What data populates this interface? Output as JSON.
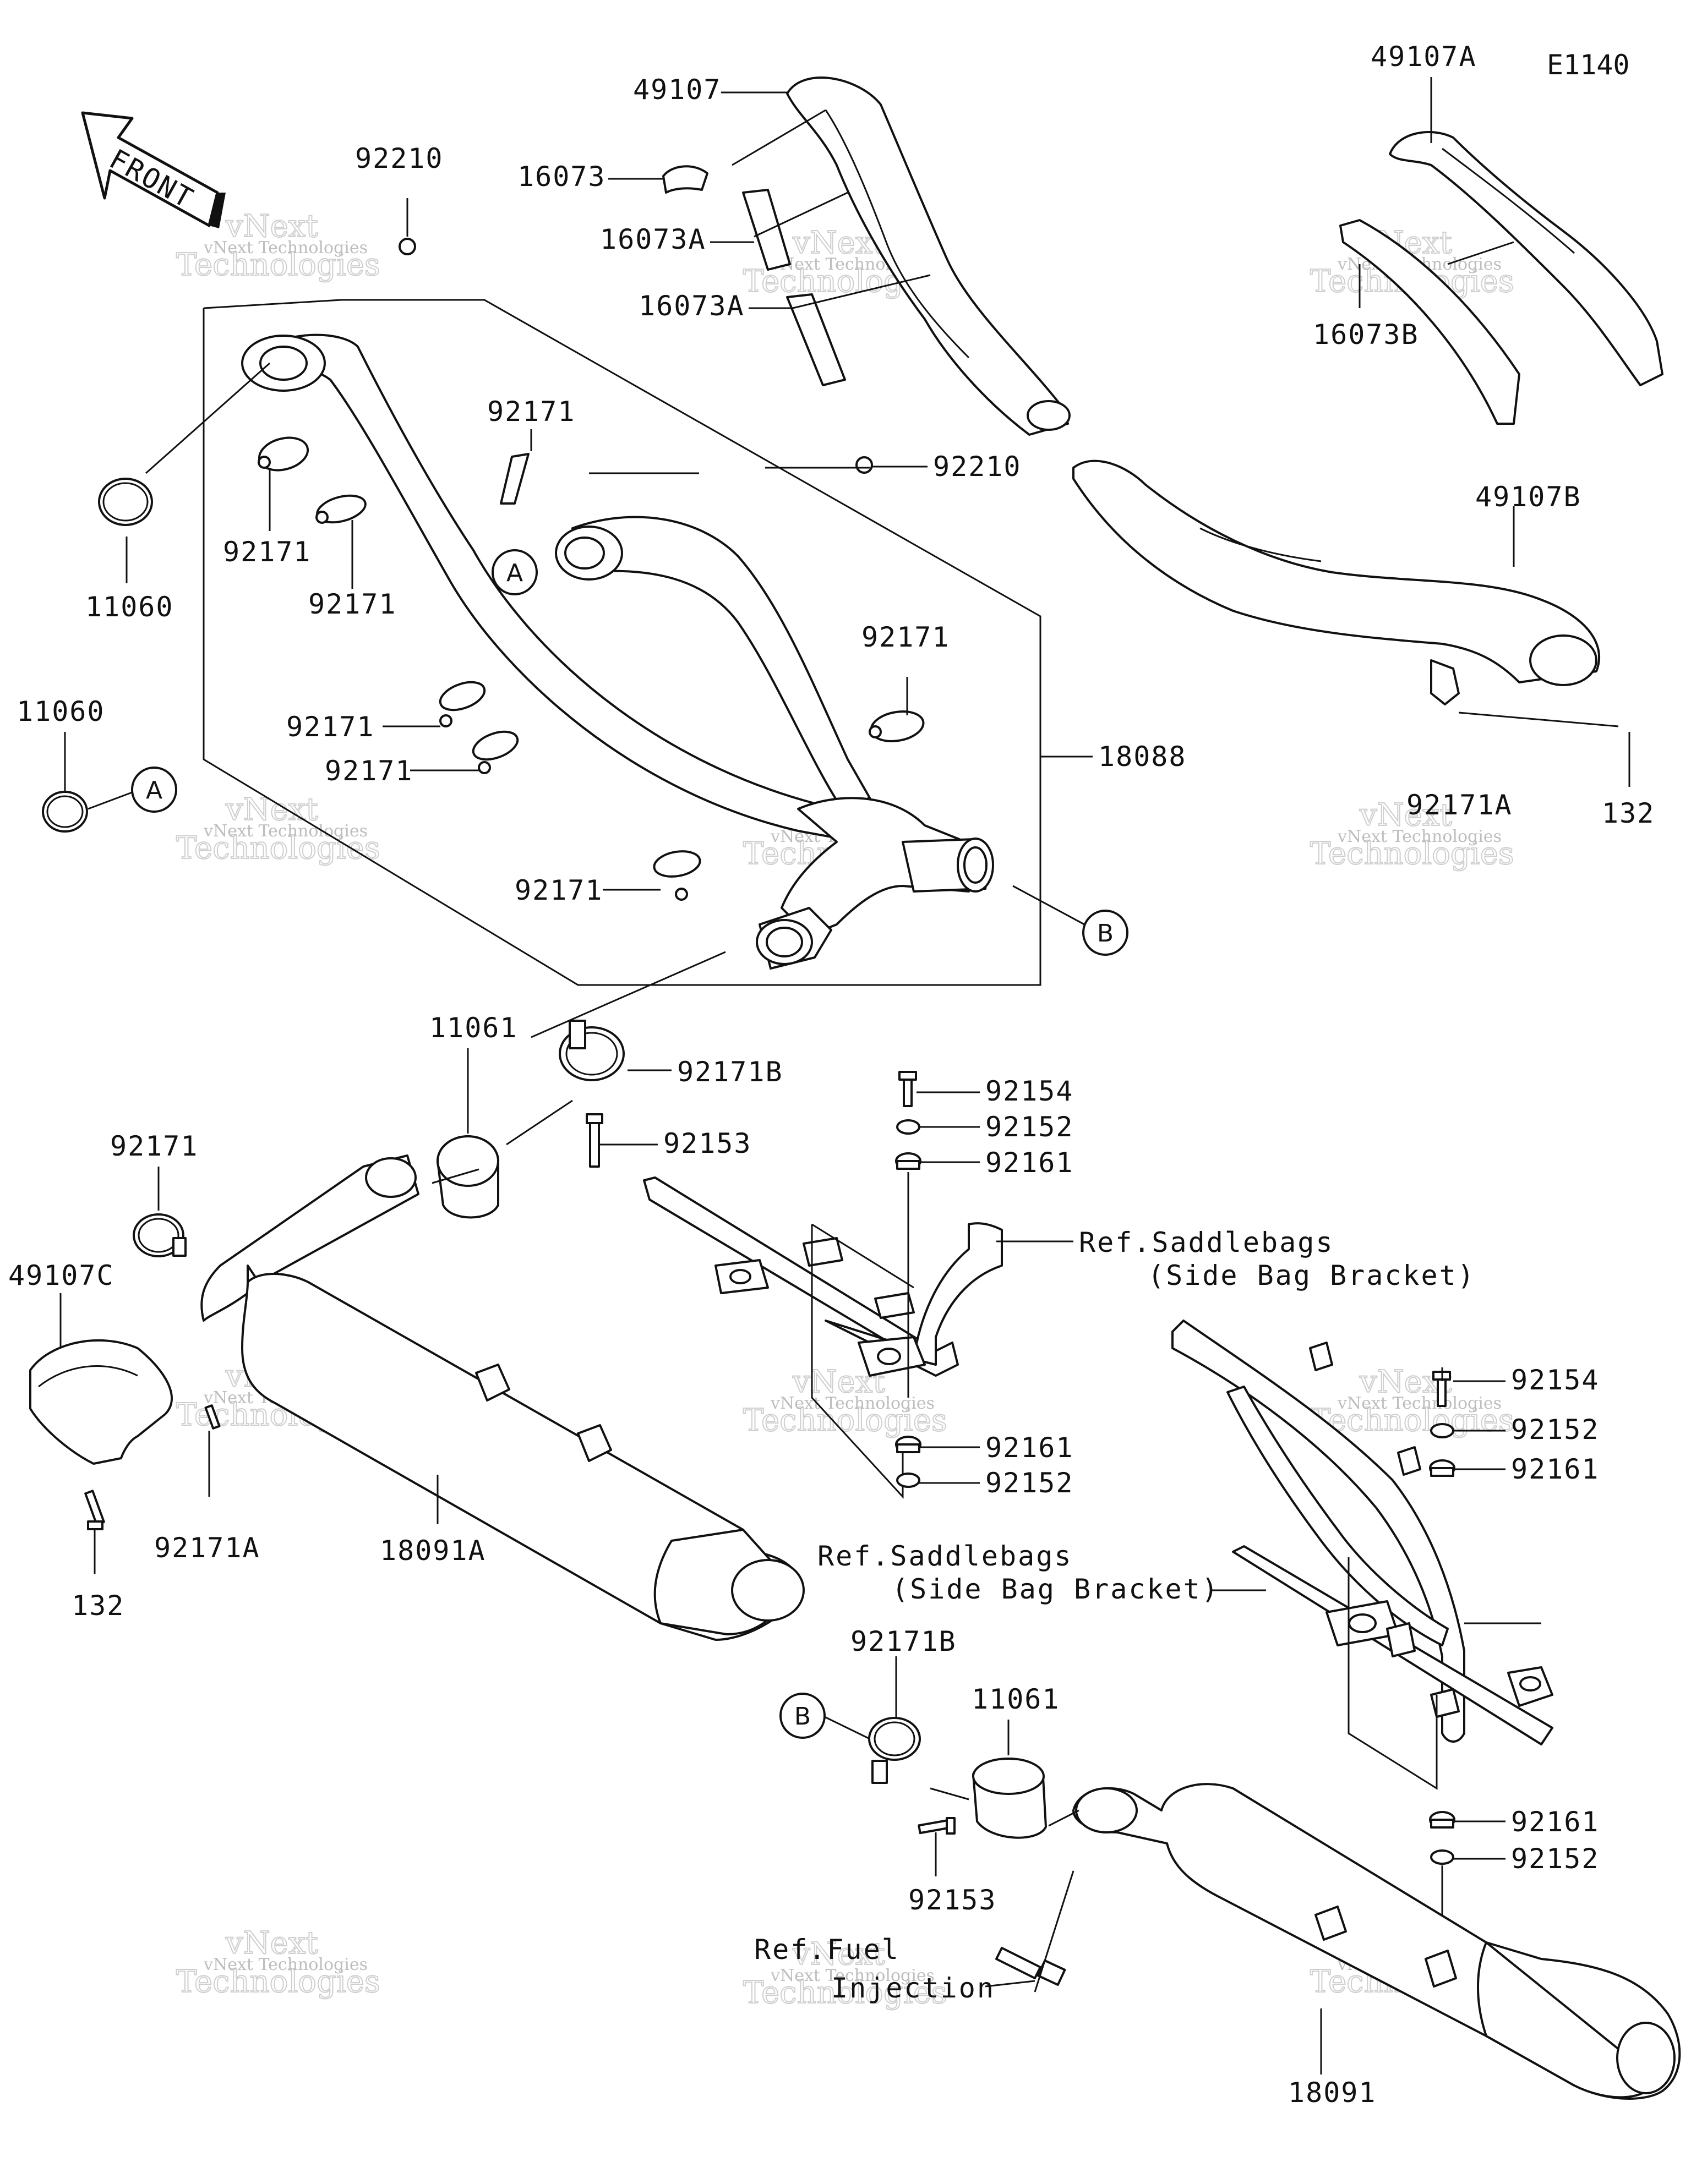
{
  "diagram_code": "E1140",
  "front_label": "FRONT",
  "callout_a": "A",
  "callout_b": "B",
  "parts": {
    "p49107": "49107",
    "p49107A": "49107A",
    "p49107B": "49107B",
    "p49107C": "49107C",
    "p16073": "16073",
    "p16073A_1": "16073A",
    "p16073A_2": "16073A",
    "p16073B": "16073B",
    "p92210_1": "92210",
    "p92210_2": "92210",
    "p92171_1": "92171",
    "p92171_2": "92171",
    "p92171_3": "92171",
    "p92171_4": "92171",
    "p92171_5": "92171",
    "p92171_6": "92171",
    "p92171_7": "92171",
    "p92171_8": "92171",
    "p92171A_1": "92171A",
    "p92171A_2": "92171A",
    "p92171B_1": "92171B",
    "p92171B_2": "92171B",
    "p11060_1": "11060",
    "p11060_2": "11060",
    "p11061_1": "11061",
    "p11061_2": "11061",
    "p18088": "18088",
    "p18091": "18091",
    "p18091A": "18091A",
    "p132_1": "132",
    "p132_2": "132",
    "p92153_1": "92153",
    "p92153_2": "92153",
    "p92154_1": "92154",
    "p92154_2": "92154",
    "p92152_1": "92152",
    "p92152_2": "92152",
    "p92152_3": "92152",
    "p92152_4": "92152",
    "p92161_1": "92161",
    "p92161_2": "92161",
    "p92161_3": "92161",
    "p92161_4": "92161"
  },
  "refs": {
    "saddlebags_1_line1": "Ref.Saddlebags",
    "saddlebags_1_line2": "(Side Bag Bracket)",
    "saddlebags_2_line1": "Ref.Saddlebags",
    "saddlebags_2_line2": "(Side Bag Bracket)",
    "fuel_line1": "Ref.Fuel",
    "fuel_line2": "Injection"
  },
  "watermark": {
    "line1": "vNext Technologies",
    "line2": "vNext",
    "line3": "Technologies"
  }
}
